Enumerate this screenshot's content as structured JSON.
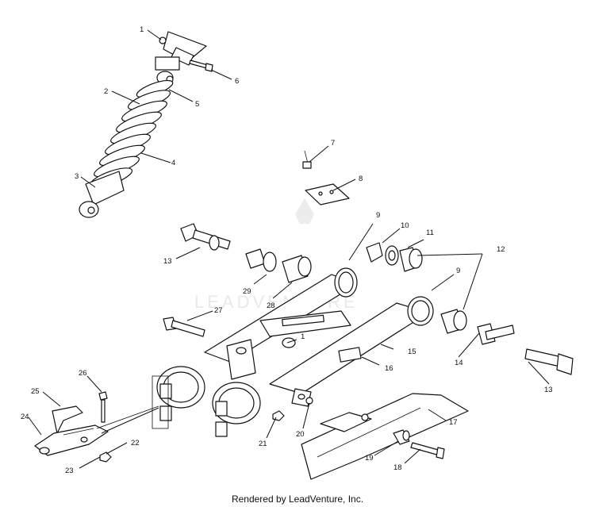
{
  "watermark": "LEADVENTURE",
  "footer": "Rendered by LeadVenture, Inc.",
  "callouts": [
    "1",
    "2",
    "3",
    "4",
    "5",
    "6",
    "7",
    "8",
    "9",
    "10",
    "11",
    "12",
    "13",
    "27",
    "29",
    "28",
    "9",
    "1",
    "15",
    "16",
    "14",
    "13",
    "26",
    "25",
    "24",
    "22",
    "23",
    "21",
    "20",
    "19",
    "18",
    "17"
  ]
}
